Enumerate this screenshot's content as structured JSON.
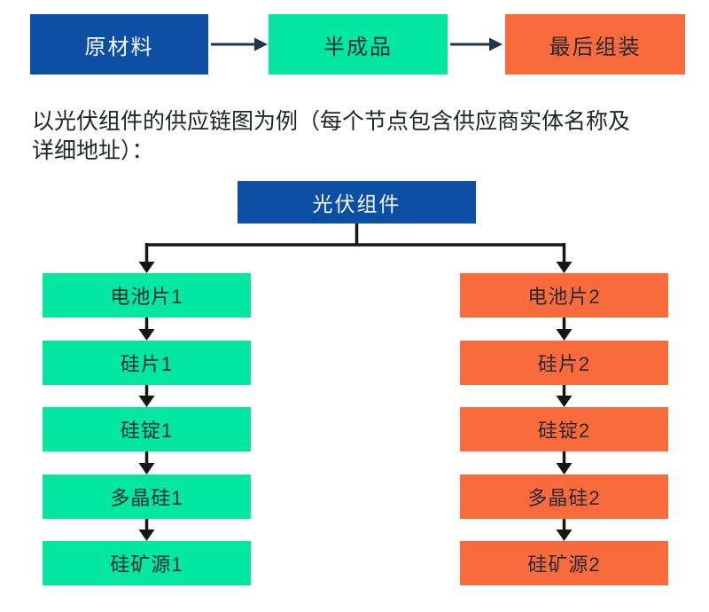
{
  "colors": {
    "primary_blue": "#0d4fa4",
    "mint_green": "#04e7a1",
    "orange": "#f96a3d",
    "flow_arrow": "#22364a",
    "tree_line": "#161616"
  },
  "top_flow": {
    "raw_material": "原材料",
    "semi_finished": "半成品",
    "final_assembly": "最后组装"
  },
  "caption": {
    "line1": "以光伏组件的供应链图为例（每个节点包含供应商实体名称及",
    "line2": "详细地址）："
  },
  "tree": {
    "root": "光伏组件",
    "left_chain": [
      "电池片1",
      "硅片1",
      "硅锭1",
      "多晶硅1",
      "硅矿源1"
    ],
    "right_chain": [
      "电池片2",
      "硅片2",
      "硅锭2",
      "多晶硅2",
      "硅矿源2"
    ]
  }
}
